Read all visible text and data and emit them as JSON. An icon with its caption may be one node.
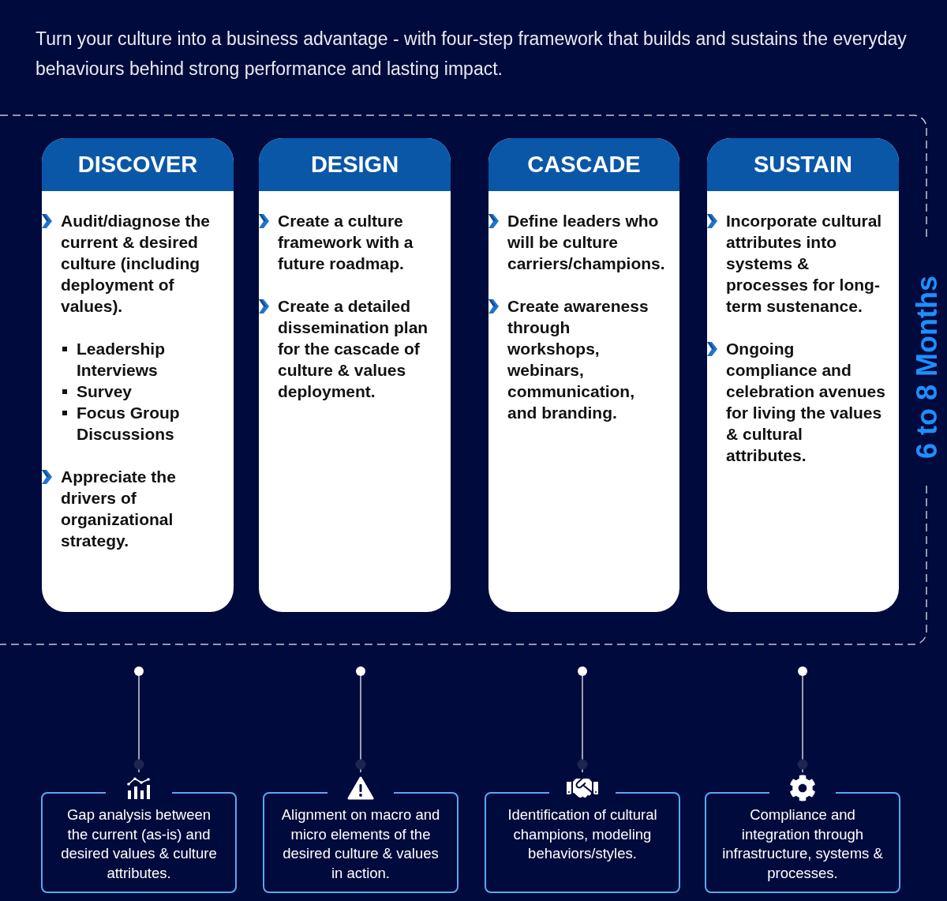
{
  "diagram": {
    "title": "Turn your culture into a business advantage - with four-step framework that builds and sustains the everyday behaviours behind strong performance and lasting impact.",
    "nodes": [
      {
        "text": [
          "6 to 8 Months"
        ]
      },
      {
        "text": [
          "DISCOVER",
          "Audit/diagnose the current & desired culture (including deployment of values).",
          "Leadership Interviews",
          "Survey",
          "Focus Group Discussions",
          "Appreciate the drivers of organizational strategy."
        ],
        "in": 0
      },
      {
        "text": [
          "DESIGN",
          "Create a culture framework with a future roadmap.",
          "Create a detailed dissemination plan for the cascade of culture & values deployment."
        ],
        "in": 0
      },
      {
        "text": [
          "CASCADE",
          "Define leaders who will be culture carriers/champions.",
          "Create awareness through workshops, webinars, communication, and branding."
        ],
        "in": 0
      },
      {
        "text": [
          "SUSTAIN",
          "Incorporate cultural attributes into systems & processes for long-term sustenance.",
          "Ongoing compliance and celebration avenues for living the values & cultural attributes."
        ],
        "in": 0
      },
      {
        "text": [
          "Gap analysis between the current (as-is) and desired values & culture attributes."
        ]
      },
      {
        "text": [
          "Alignment on macro and micro elements of the desired culture & values in action."
        ]
      },
      {
        "text": [
          "Identification of cultural champions, modeling behaviors/styles."
        ]
      },
      {
        "text": [
          "Compliance and integration through infrastructure, systems & processes."
        ]
      }
    ],
    "edges": [
      {
        "from": null,
        "to": 5,
        "arrow": "other"
      },
      {
        "from": null,
        "to": 6,
        "arrow": "other"
      },
      {
        "from": null,
        "to": 7,
        "arrow": "other"
      },
      {
        "from": null,
        "to": 8,
        "arrow": "other"
      }
    ]
  }
}
